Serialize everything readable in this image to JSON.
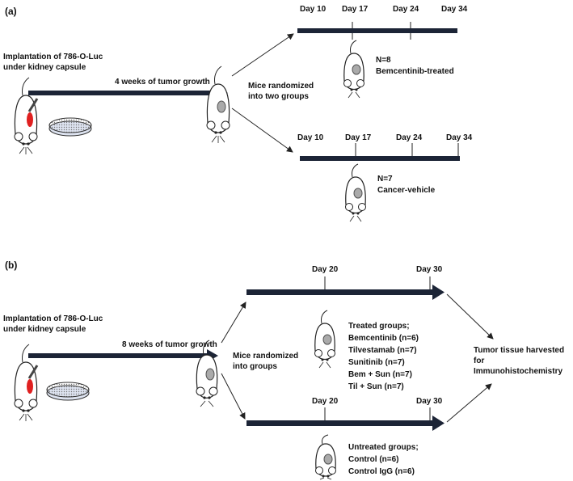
{
  "panel_a": {
    "label": "(a)",
    "implant_line1": "Implantation of 786-O-Luc",
    "implant_line2": "under kidney capsule",
    "growth": "4 weeks of tumor growth",
    "randomized_line1": "Mice randomized",
    "randomized_line2": "into two groups",
    "top_days": [
      "Day 10",
      "Day 17",
      "Day 24",
      "Day 34"
    ],
    "top_n": "N=8",
    "top_group": "Bemcentinib-treated",
    "bottom_days": [
      "Day 10",
      "Day 17",
      "Day 24",
      "Day 34"
    ],
    "bottom_n": "N=7",
    "bottom_group": "Cancer-vehicle"
  },
  "panel_b": {
    "label": "(b)",
    "implant_line1": "Implantation of 786-O-Luc",
    "implant_line2": "under kidney capsule",
    "growth": "8 weeks of tumor growth",
    "randomized_line1": "Mice randomized",
    "randomized_line2": "into groups",
    "top_days": [
      "Day 20",
      "Day 30"
    ],
    "treated_header": "Treated groups;",
    "treated": [
      "Bemcentinib (n=6)",
      "Tilvestamab (n=7)",
      "Sunitinib (n=7)",
      "Bem + Sun (n=7)",
      "Til + Sun (n=7)"
    ],
    "bottom_days": [
      "Day 20",
      "Day 30"
    ],
    "untreated_header": "Untreated groups;",
    "untreated": [
      "Control (n=6)",
      "Control IgG (n=6)"
    ],
    "harvest_line1": "Tumor tissue harvested",
    "harvest_line2": "for",
    "harvest_line3": "Immunohistochemistry"
  },
  "colors": {
    "bar": "#1c2436",
    "tumor": "#e02020",
    "text": "#111111"
  }
}
